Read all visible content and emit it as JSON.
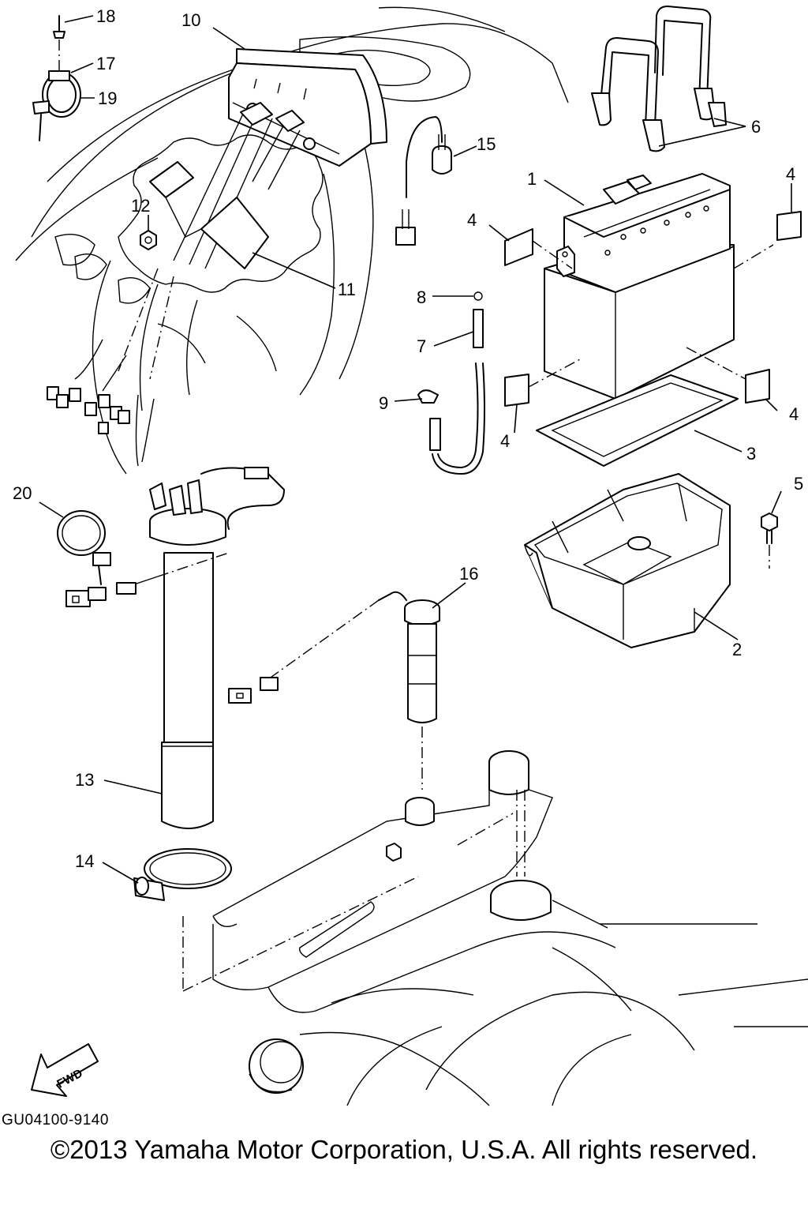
{
  "callouts": {
    "c1": "1",
    "c2": "2",
    "c3": "3",
    "c4a": "4",
    "c4b": "4",
    "c4c": "4",
    "c4d": "4",
    "c5": "5",
    "c6": "6",
    "c7": "7",
    "c8": "8",
    "c9": "9",
    "c10": "10",
    "c11": "11",
    "c12": "12",
    "c13": "13",
    "c14": "14",
    "c15": "15",
    "c16": "16",
    "c17": "17",
    "c18": "18",
    "c19": "19",
    "c20": "20"
  },
  "fwd_label": "FWD",
  "diagram_code": "GU04100-9140",
  "copyright": "©2013 Yamaha Motor Corporation, U.S.A. All rights reserved.",
  "icons": [
    "fwd-arrow-icon"
  ]
}
